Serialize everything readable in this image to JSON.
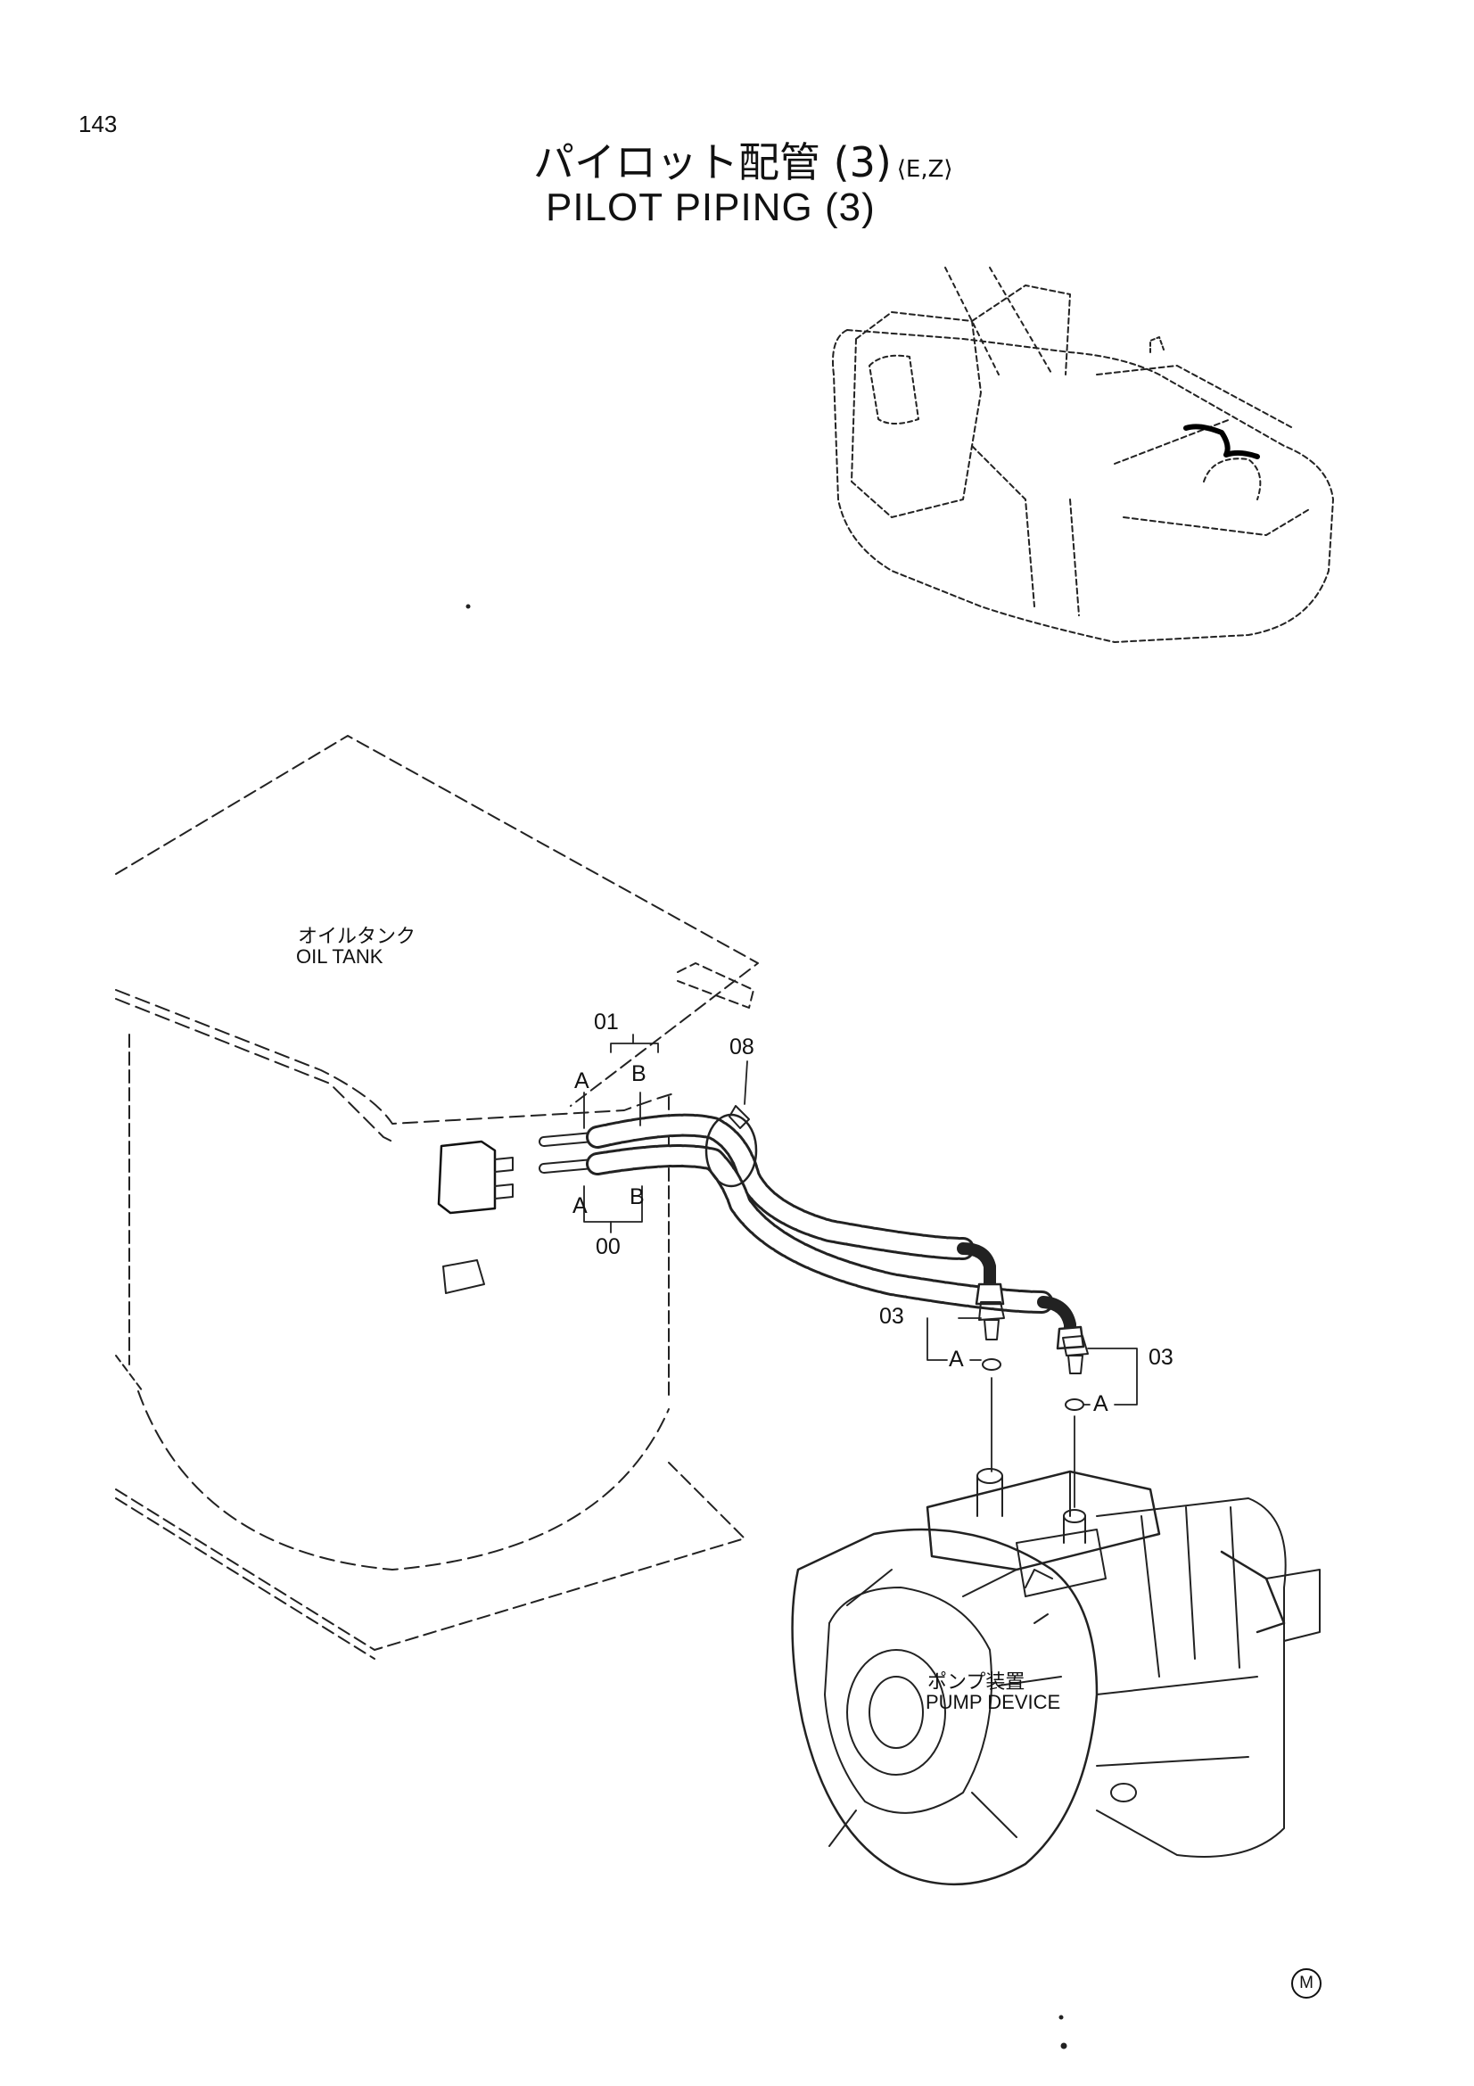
{
  "page_number": "143",
  "title": {
    "ja": "パイロット配管 (3)",
    "variant": "⟨E,Z⟩",
    "en": "PILOT PIPING (3)"
  },
  "components": {
    "oil_tank": {
      "ja": "オイルタンク",
      "en": "OIL TANK"
    },
    "pump_device": {
      "ja": "ポンプ装置",
      "en": "PUMP DEVICE"
    }
  },
  "part_numbers": {
    "hose_upper": "01",
    "hose_lower": "00",
    "clamp": "08",
    "adapter_left": "03",
    "adapter_right": "03"
  },
  "sub_labels": {
    "a": "A",
    "b": "B"
  },
  "corner_mark": "M"
}
